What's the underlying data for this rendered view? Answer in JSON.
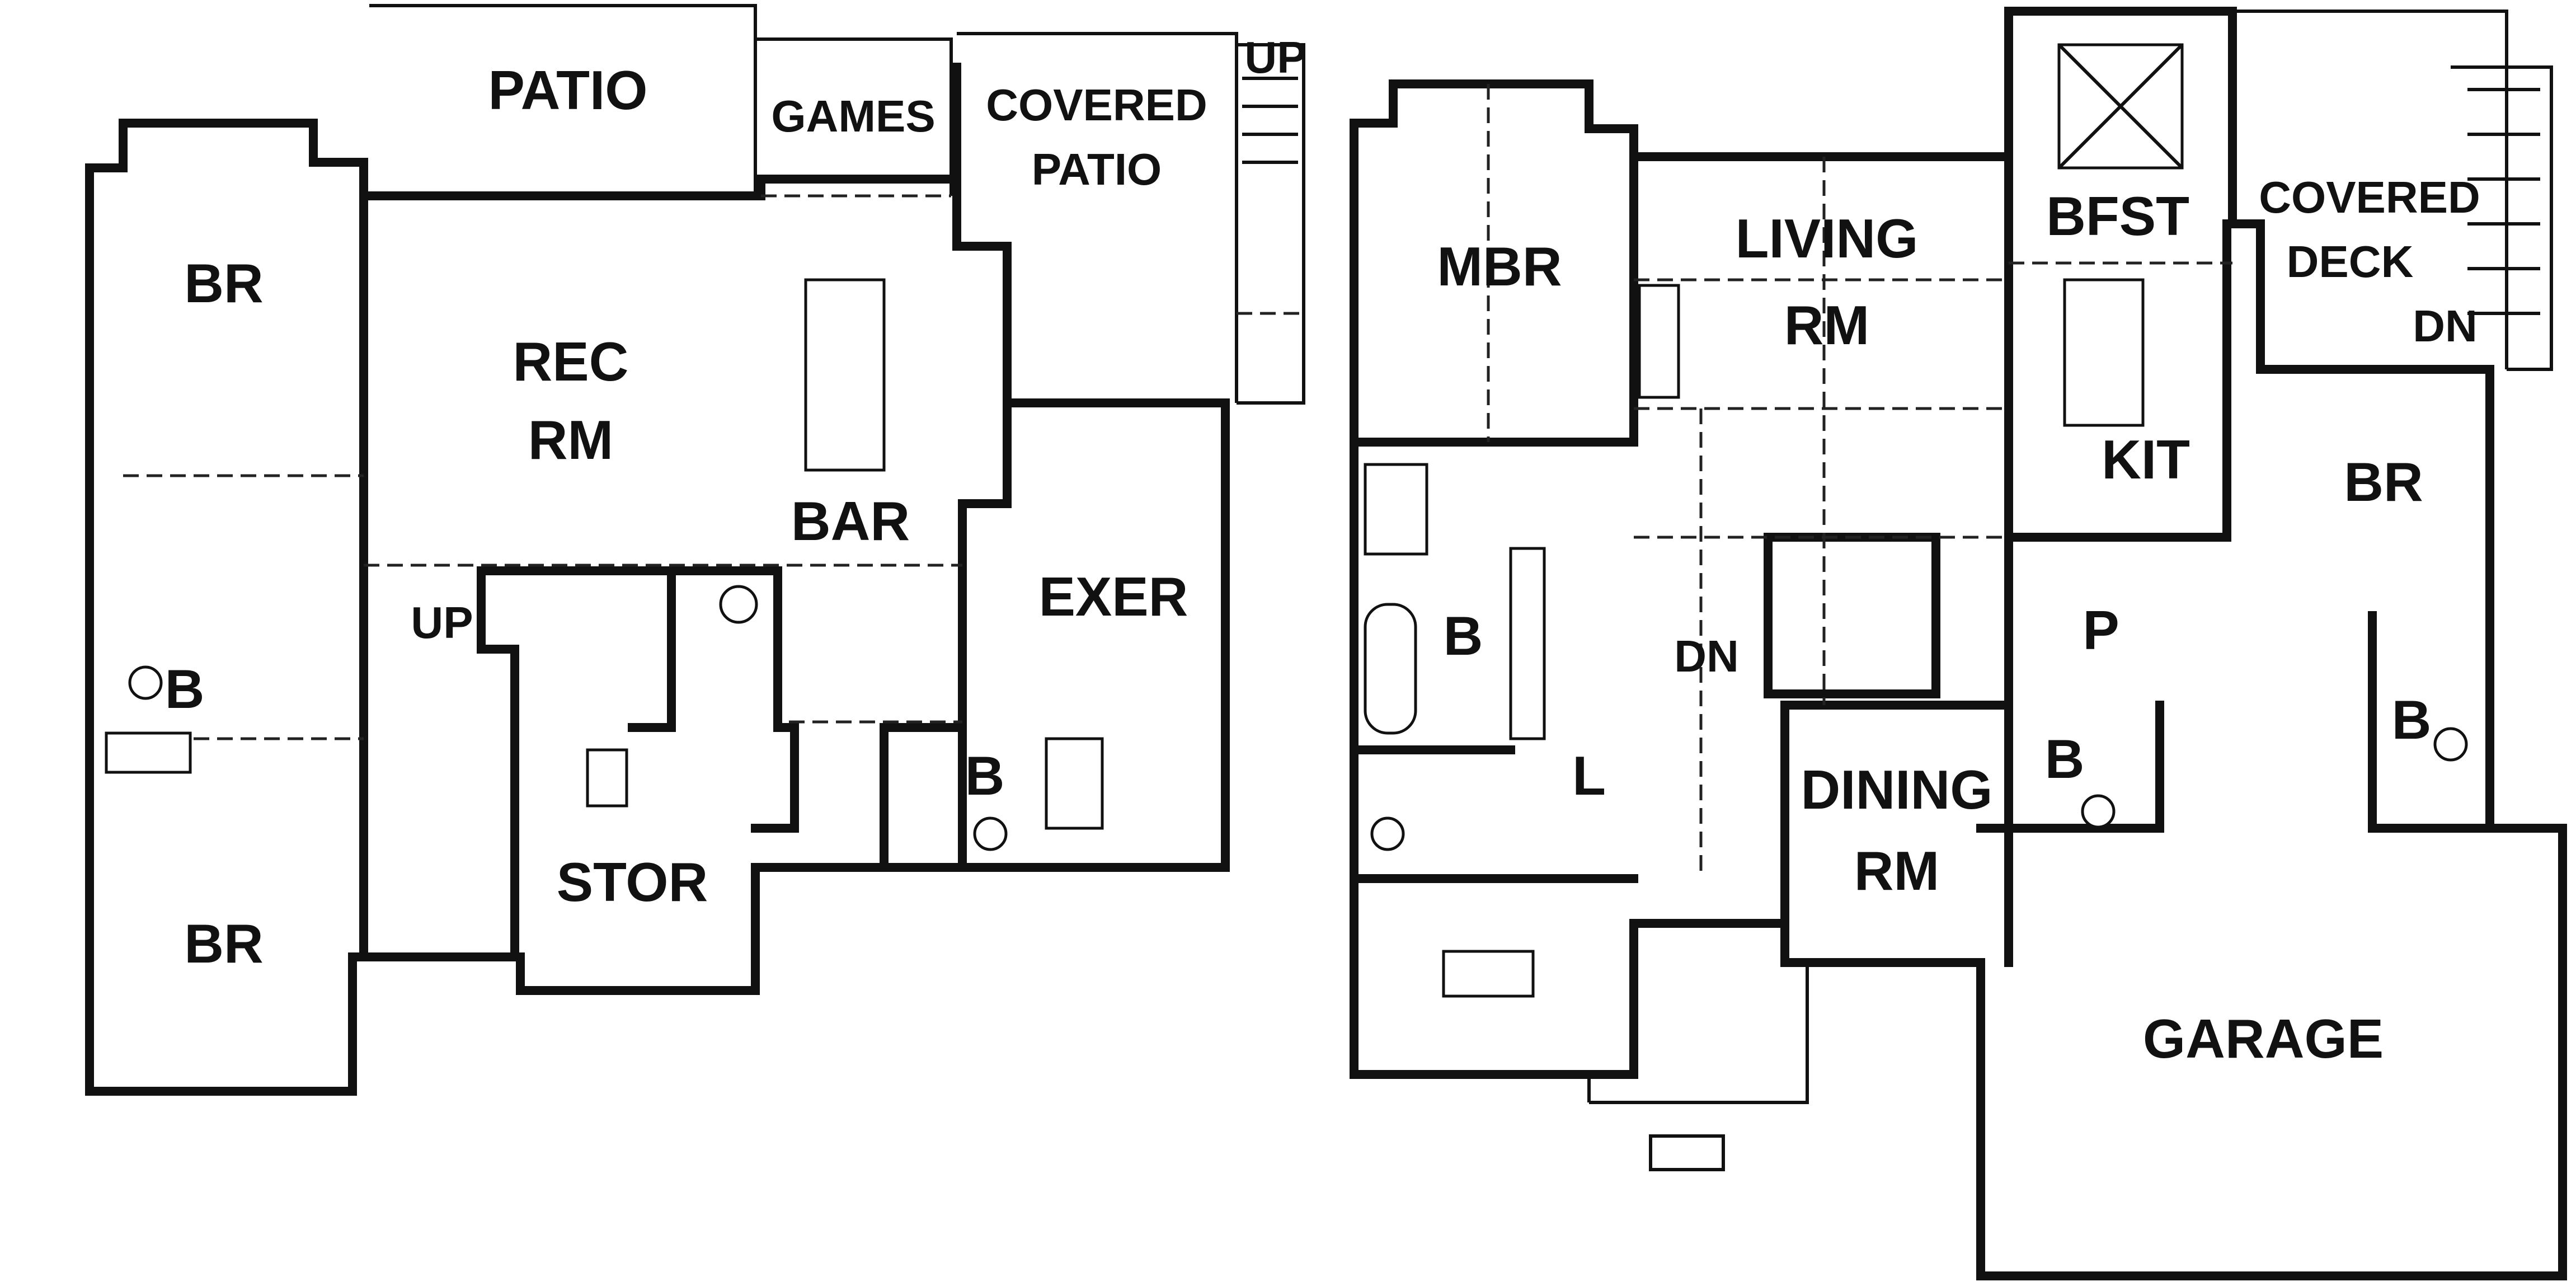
{
  "lower_level": {
    "rooms": {
      "patio": "PATIO",
      "games": "GAMES",
      "covered_patio_1": "COVERED",
      "covered_patio_2": "PATIO",
      "up_stair_top": "UP",
      "br_top": "BR",
      "rec_rm_1": "REC",
      "rec_rm_2": "RM",
      "bar": "BAR",
      "exer": "EXER",
      "up_stair": "UP",
      "bath_left": "B",
      "bath_right": "B",
      "stor": "STOR",
      "br_bottom": "BR"
    }
  },
  "main_level": {
    "rooms": {
      "mbr": "MBR",
      "living_rm_1": "LIVING",
      "living_rm_2": "RM",
      "bfst": "BFST",
      "covered_deck_1": "COVERED",
      "covered_deck_2": "DECK",
      "dn_deck": "DN",
      "kit": "KIT",
      "br": "BR",
      "master_bath": "B",
      "dn_stair": "DN",
      "pantry": "P",
      "laundry": "L",
      "bath_mid": "B",
      "bath_right": "B",
      "dining_rm_1": "DINING",
      "dining_rm_2": "RM",
      "garage": "GARAGE"
    }
  }
}
